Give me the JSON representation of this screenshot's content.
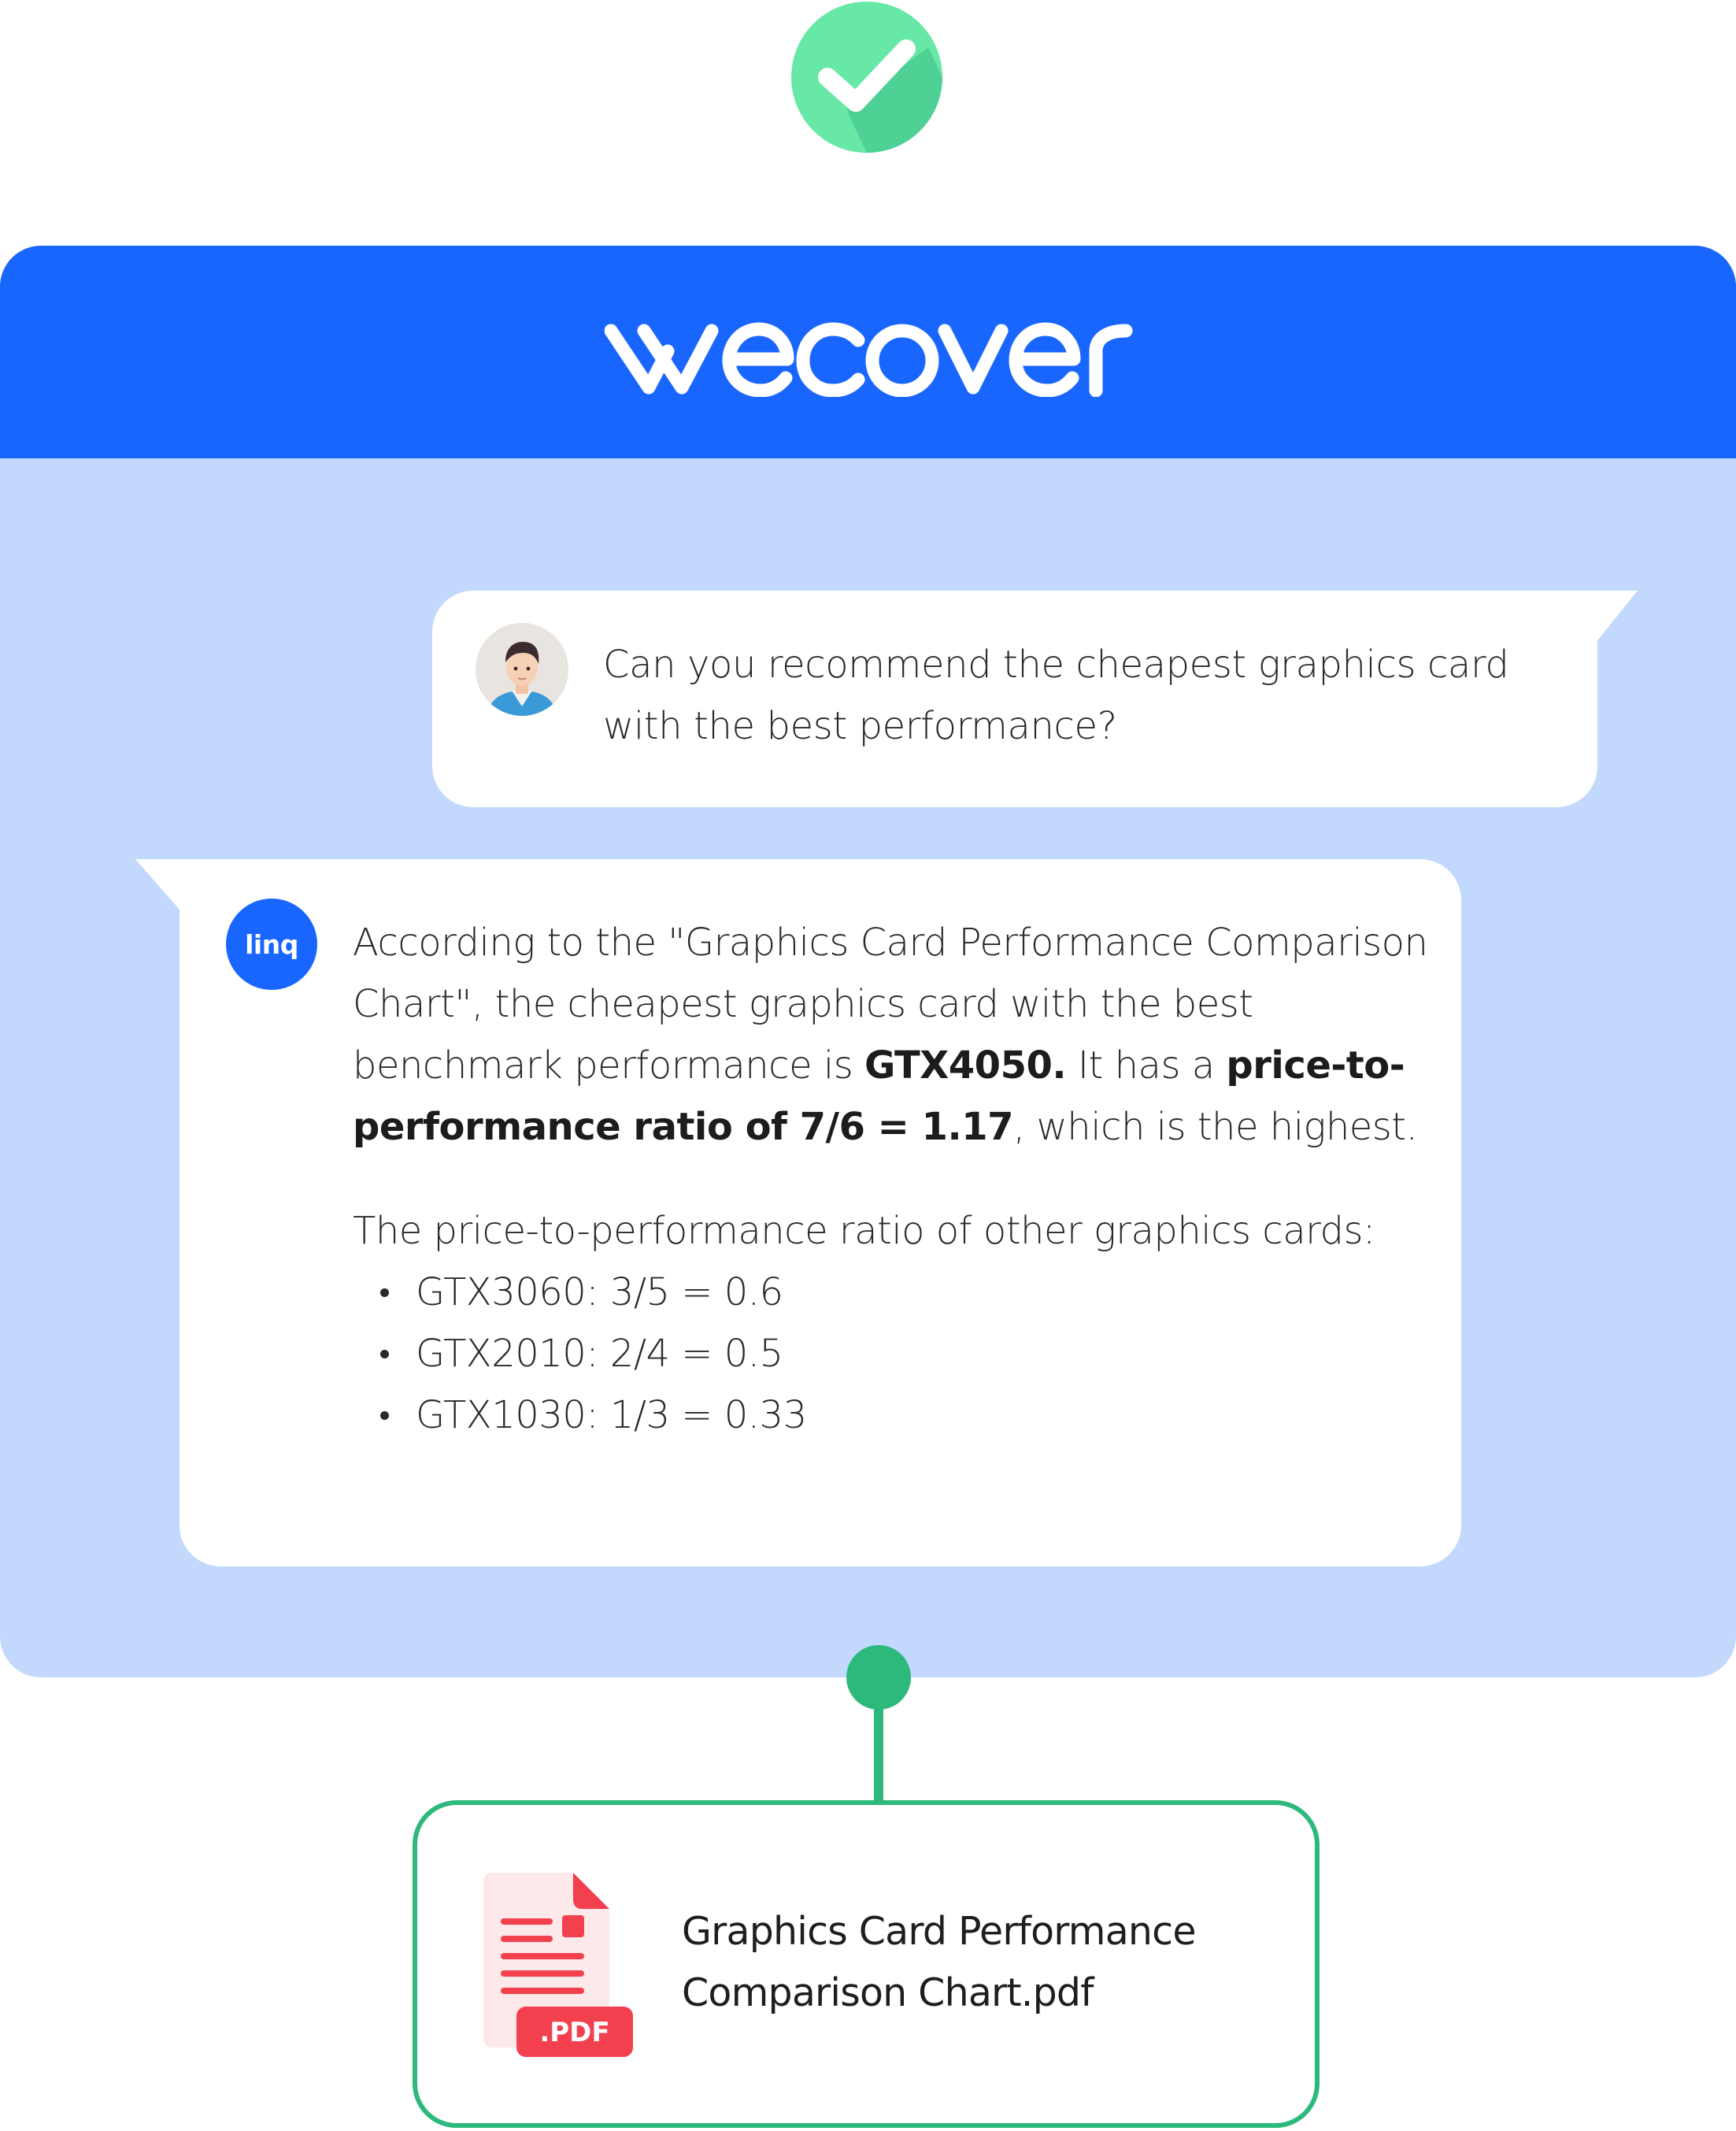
{
  "brand": {
    "logo_text": "wecover",
    "header_color": "#1966ff",
    "panel_color": "#c2d9fd",
    "success_color": "#2db87c"
  },
  "status": {
    "icon": "check-circle-icon"
  },
  "chat": {
    "user_message": {
      "line1": "Can you recommend the cheapest graphics card",
      "line2": "with the best performance?"
    },
    "bot": {
      "name": "linq",
      "intro_1": "According to the \"Graphics Card Performance Comparison Chart\", the cheapest graphics card with the best benchmark performance is ",
      "best_card": "GTX4050.",
      "intro_2": " It has a ",
      "ratio_phrase": "price-to-performance ratio of 7/6 = 1.17",
      "intro_3": ", which is the highest.",
      "others_heading": "The price-to-performance ratio of other graphics cards:",
      "others": [
        "GTX3060: 3/5 = 0.6",
        "GTX2010: 2/4 = 0.5",
        "GTX1030: 1/3 = 0.33"
      ]
    }
  },
  "source": {
    "file_type": ".PDF",
    "file_icon": "pdf-file-icon",
    "file_name_line1": "Graphics Card Performance",
    "file_name_line2": "Comparison Chart.pdf"
  }
}
